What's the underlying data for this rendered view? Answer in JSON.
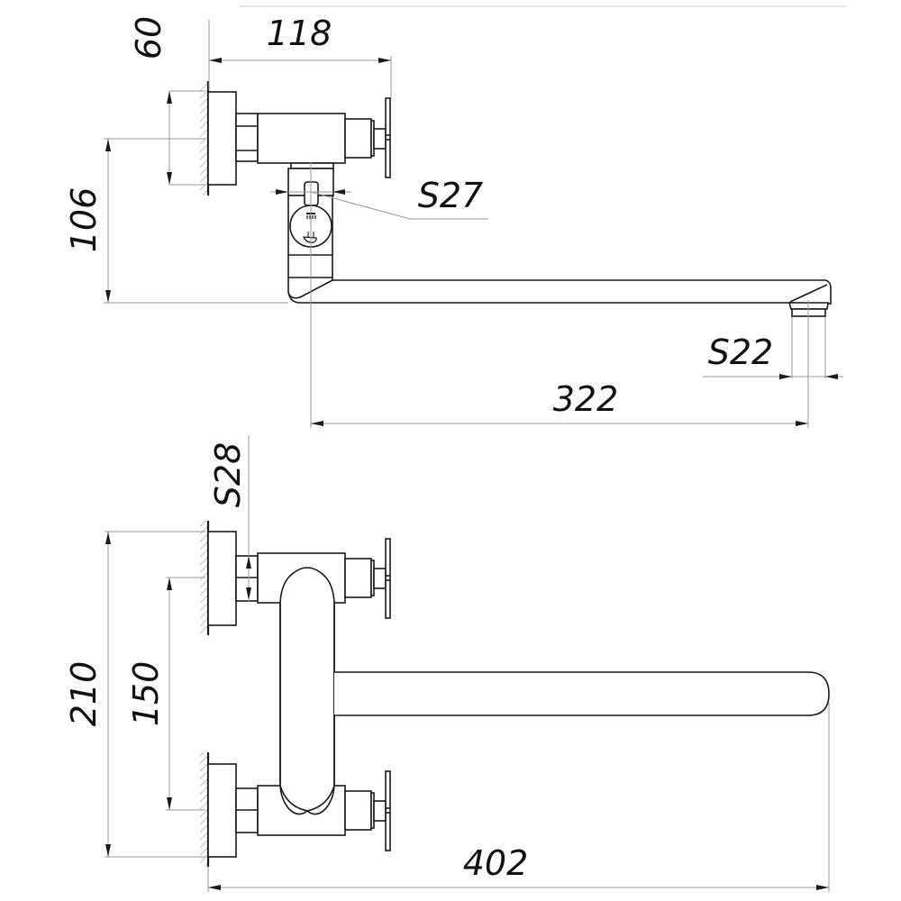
{
  "drawing": {
    "title": "Wall-mounted bath mixer with long swivel spout - dimensional drawing",
    "views": [
      "side-view",
      "front-view"
    ],
    "line_color": "#1a1a1a",
    "dimension_line_color": "#9a9a9a",
    "background": "#ffffff"
  },
  "side_view": {
    "dimensions": {
      "wall_plate_height": "60",
      "handle_projection": "118",
      "spout_height_from_axis": "106",
      "diverter_nut": "S27",
      "aerator_nut": "S22",
      "spout_reach": "322"
    },
    "diverter_icons": [
      "shower-icon",
      "bath-hand-icon"
    ]
  },
  "front_view": {
    "dimensions": {
      "eccentric_nut": "S28",
      "max_center_distance": "210",
      "min_center_distance": "150",
      "overall_length": "402"
    }
  }
}
